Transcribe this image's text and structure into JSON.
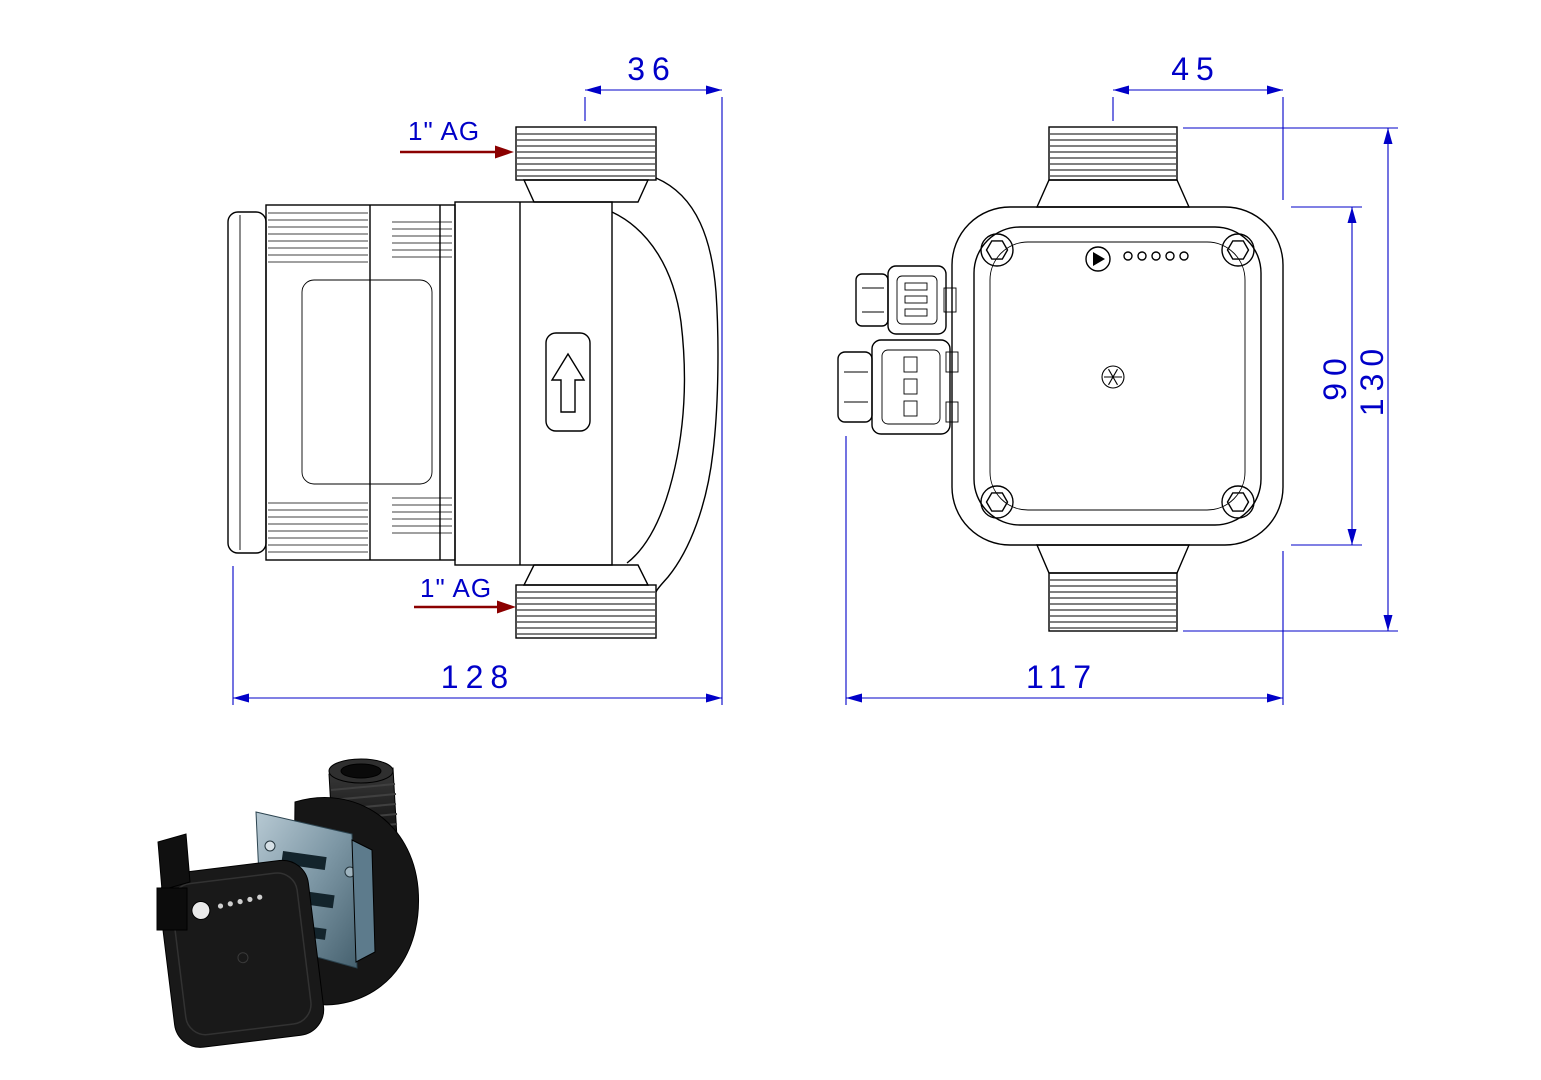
{
  "drawing": {
    "colors": {
      "outline": "#000000",
      "dimension": "#0000c8",
      "thread_arrow": "#8b0000",
      "background": "#ffffff"
    },
    "dims": {
      "side_port_offset": "36",
      "side_overall_length": "128",
      "front_port_offset": "45",
      "front_body_height": "90",
      "front_overall_height": "130",
      "front_overall_width": "117"
    },
    "labels": {
      "thread_top": "1\" AG",
      "thread_bottom": "1\" AG"
    },
    "icons": {
      "flow_direction": "up-arrow-icon",
      "status": "led-indicator-icons"
    }
  }
}
